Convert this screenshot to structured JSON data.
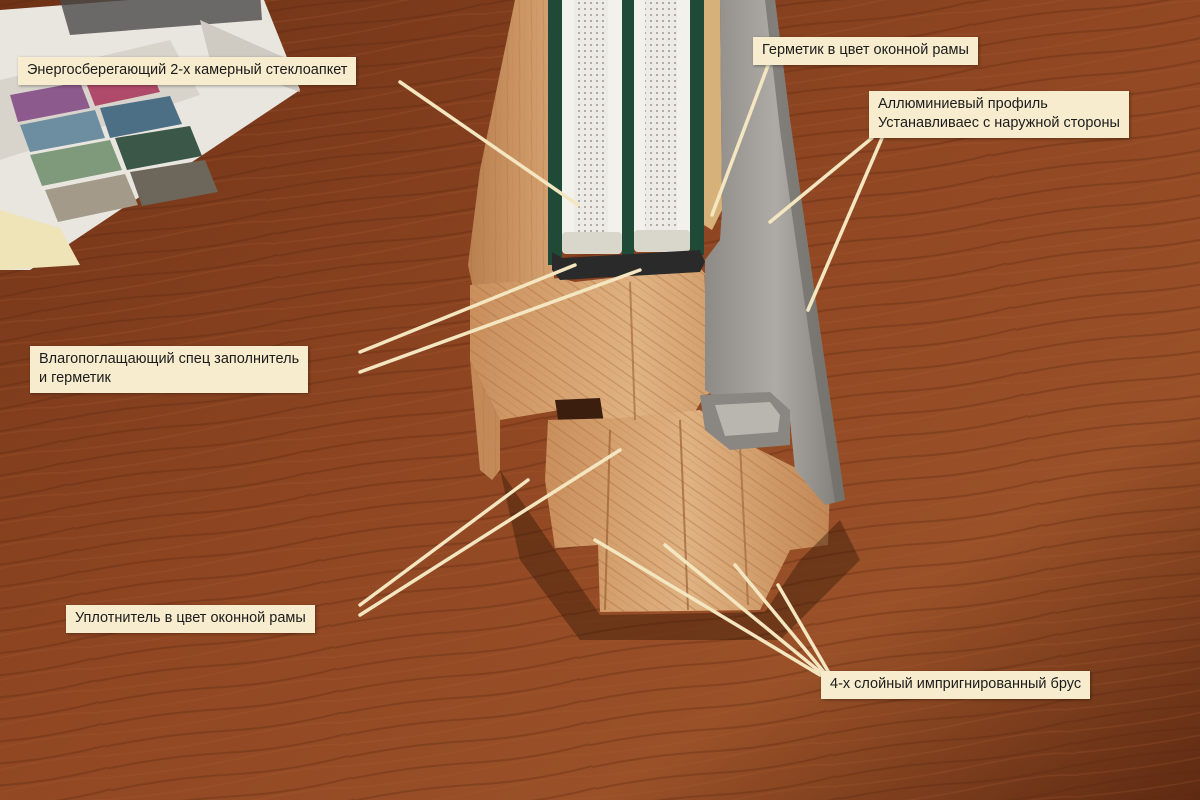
{
  "callouts": {
    "glass_unit": "Энергосберегающий 2-х камерный стеклоапкет",
    "sealant_frame_color": "Герметик в цвет оконной рамы",
    "aluminium_profile": {
      "line1": "Аллюминиевый профиль",
      "line2": "Устанавливаес с наружной стороны"
    },
    "absorbent_filler": {
      "line1": "Влагопоглащающий спец заполнитель",
      "line2": "и герметик"
    },
    "gasket_frame_color": "Уплотнитель в цвет оконной рамы",
    "laminated_beam": "4-х слойный импригнированный брус"
  },
  "colors": {
    "table_wood": "#8a4320",
    "pine_wood": "#d9a877",
    "aluminium": "#a3a09b",
    "glass_edge": "#1f4a38",
    "spacer": "#e8e6e0",
    "label_bg": "#f7eccd",
    "leader_line": "#f4e6c0"
  }
}
